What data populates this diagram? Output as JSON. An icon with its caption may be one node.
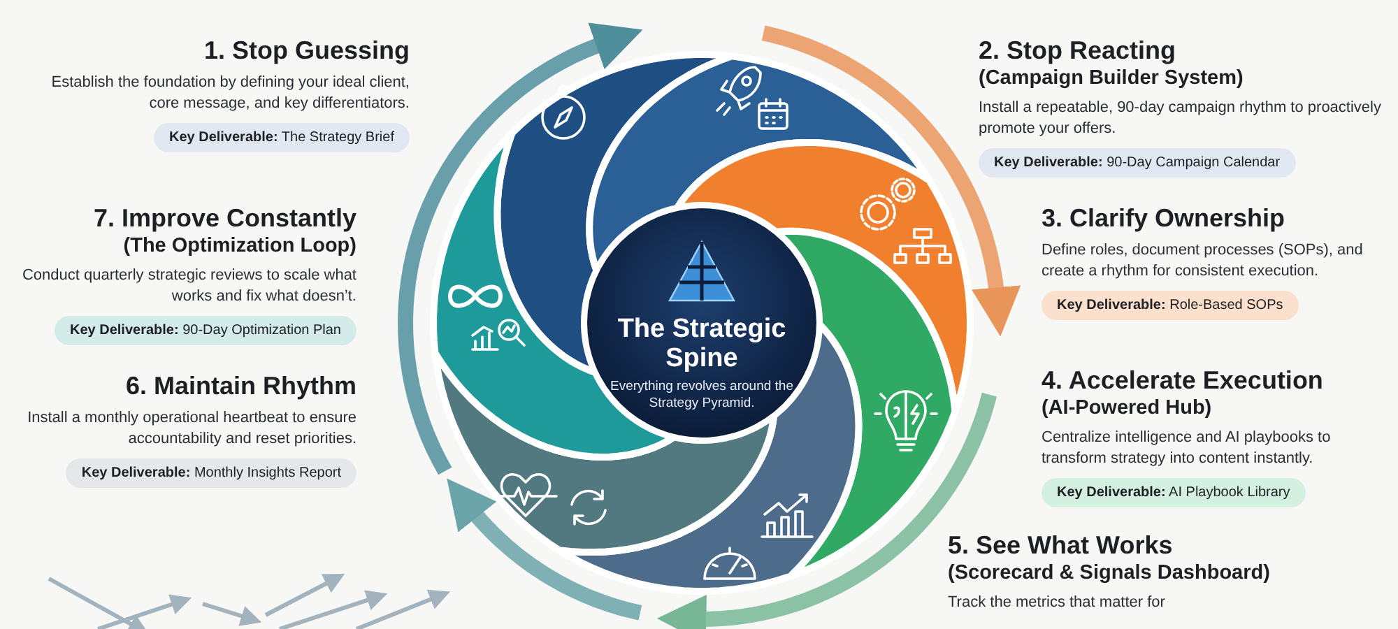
{
  "diagram": {
    "nodes": [
      {
        "text": [
          "The Strategic Spine",
          "Everything revolves around the Strategy Pyramid."
        ]
      },
      {
        "text": [
          "1. Stop Guessing",
          "Establish the foundation by defining your ideal client, core message, and key differentiators.",
          "**Key Deliverable:** The Strategy Brief"
        ]
      },
      {
        "text": [
          "2. Stop Reacting",
          "(Campaign Builder System)",
          "Install a repeatable, 90-day campaign rhythm to proactively promote your offers.",
          "**Key Deliverable:** 90-Day Campaign Calendar"
        ]
      },
      {
        "text": [
          "3. Clarify Ownership",
          "Define roles, document processes (SOPs), and create a rhythm for consistent execution.",
          "**Key Deliverable:** Role-Based SOPs"
        ]
      },
      {
        "text": [
          "4. Accelerate Execution",
          "(AI-Powered Hub)",
          "Centralize intelligence and AI playbooks to transform strategy into content instantly.",
          "**Key Deliverable:** AI Playbook Library"
        ]
      },
      {
        "text": [
          "5. See What Works",
          "(Scorecard & Signals Dashboard)",
          "Track the metrics that matter for"
        ]
      },
      {
        "text": [
          "6. Maintain Rhythm",
          "Install a monthly operational heartbeat to ensure accountability and reset priorities.",
          "**Key Deliverable:** Monthly Insights Report"
        ]
      },
      {
        "text": [
          "7. Improve Constantly",
          "(The Optimization Loop)",
          "Conduct quarterly strategic reviews to scale what works and fix what doesn’t.",
          "**Key Deliverable:** 90-Day Optimization Plan"
        ]
      }
    ]
  }
}
